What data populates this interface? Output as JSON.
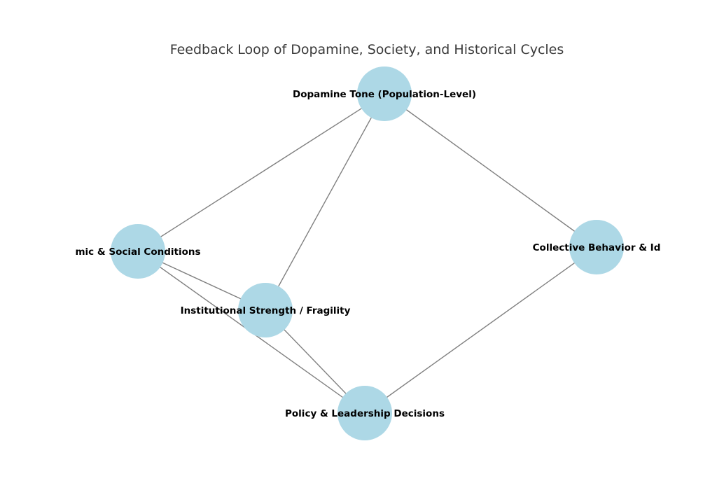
{
  "title": "Feedback Loop of Dopamine, Society, and Historical Cycles",
  "colors": {
    "node_fill": "#add8e6",
    "edge": "#808080",
    "label": "#000000",
    "title": "#3a3a3a",
    "background": "#ffffff"
  },
  "nodes": [
    {
      "id": "dopamine",
      "label": "Dopamine Tone (Population-Level)"
    },
    {
      "id": "econ",
      "label": "mic & Social Conditions"
    },
    {
      "id": "collective",
      "label": "Collective Behavior & Id"
    },
    {
      "id": "institutional",
      "label": "Institutional Strength / Fragility"
    },
    {
      "id": "policy",
      "label": "Policy & Leadership Decisions"
    }
  ],
  "edges": [
    {
      "from": "dopamine",
      "to": "econ"
    },
    {
      "from": "dopamine",
      "to": "institutional"
    },
    {
      "from": "dopamine",
      "to": "collective"
    },
    {
      "from": "econ",
      "to": "institutional"
    },
    {
      "from": "econ",
      "to": "policy"
    },
    {
      "from": "institutional",
      "to": "policy"
    },
    {
      "from": "collective",
      "to": "policy"
    }
  ]
}
